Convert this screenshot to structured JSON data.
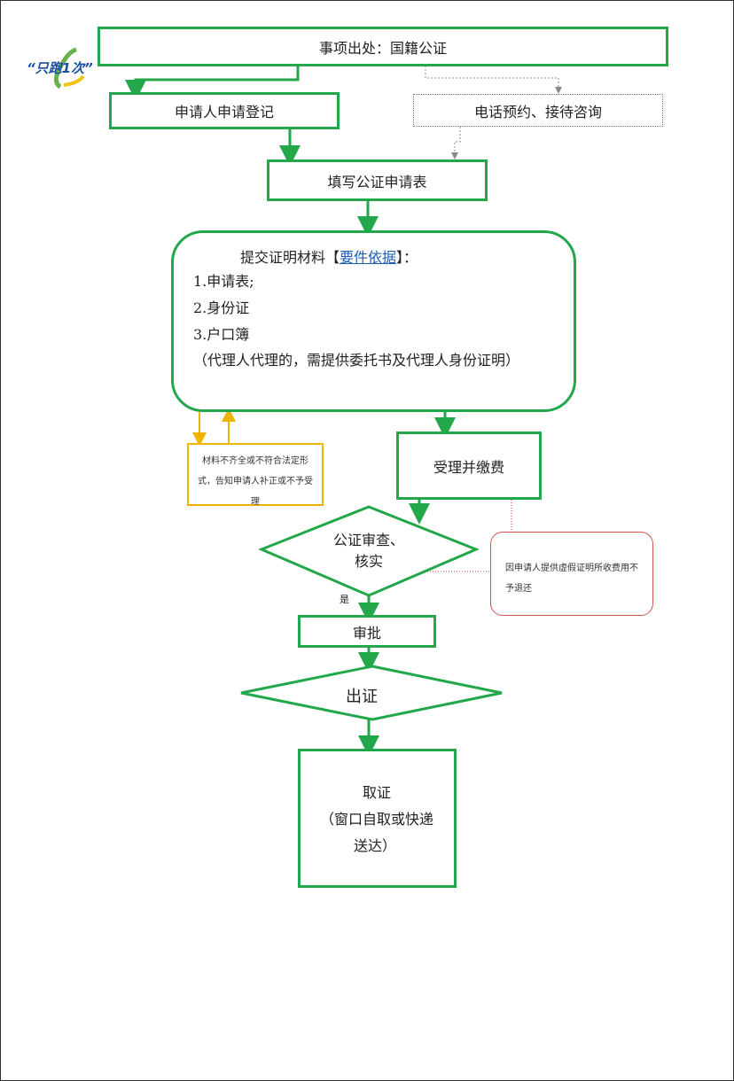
{
  "logo": {
    "text": "“只跑1次”"
  },
  "title": {
    "prefix": "事项出处：",
    "name": "国籍公证"
  },
  "steps": {
    "register": "申请人申请登记",
    "phone": "电话预约、接待咨询",
    "fill_form": "填写公证申请表",
    "accept": "受理并缴费",
    "review_line1": "公证审查、",
    "review_line2": "核实",
    "yes": "是",
    "approve": "审批",
    "issue": "出证",
    "collect_line1": "取证",
    "collect_line2": "（窗口自取或快递",
    "collect_line3": "送达）"
  },
  "materials": {
    "heading_before": "提交证明材料【",
    "heading_link": "要件依据",
    "heading_after": "】：",
    "items": [
      "1.申请表;",
      "2.身份证",
      "3.户口簿"
    ],
    "note": "（代理人代理的，需提供委托书及代理人身份证明）"
  },
  "notes": {
    "incomplete": "材料不齐全或不符合法定形式，告知申请人补正或不予受理",
    "false_proof": "因申请人提供虚假证明所收费用不予退还"
  },
  "colors": {
    "green": "#22a84a",
    "orange": "#f0b400",
    "red": "#d9534f",
    "gray": "#777777"
  }
}
